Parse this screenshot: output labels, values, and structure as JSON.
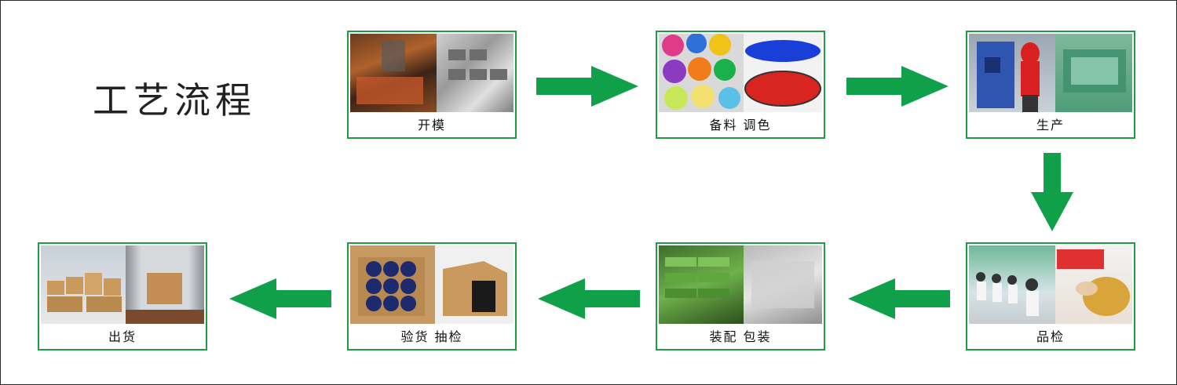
{
  "title": "工艺流程",
  "colors": {
    "arrow": "#10a04a",
    "border": "#1f9a45"
  },
  "steps": [
    {
      "label": "开模",
      "icon": "mold-making-photo"
    },
    {
      "label": "备料 调色",
      "icon": "paint-cans-photo"
    },
    {
      "label": "生产",
      "icon": "factory-machine-photo"
    },
    {
      "label": "品检",
      "icon": "quality-inspection-photo"
    },
    {
      "label": "装配 包装",
      "icon": "packaging-photo"
    },
    {
      "label": "验货 抽检",
      "icon": "sampling-boxes-photo"
    },
    {
      "label": "出货",
      "icon": "warehouse-container-photo"
    }
  ]
}
